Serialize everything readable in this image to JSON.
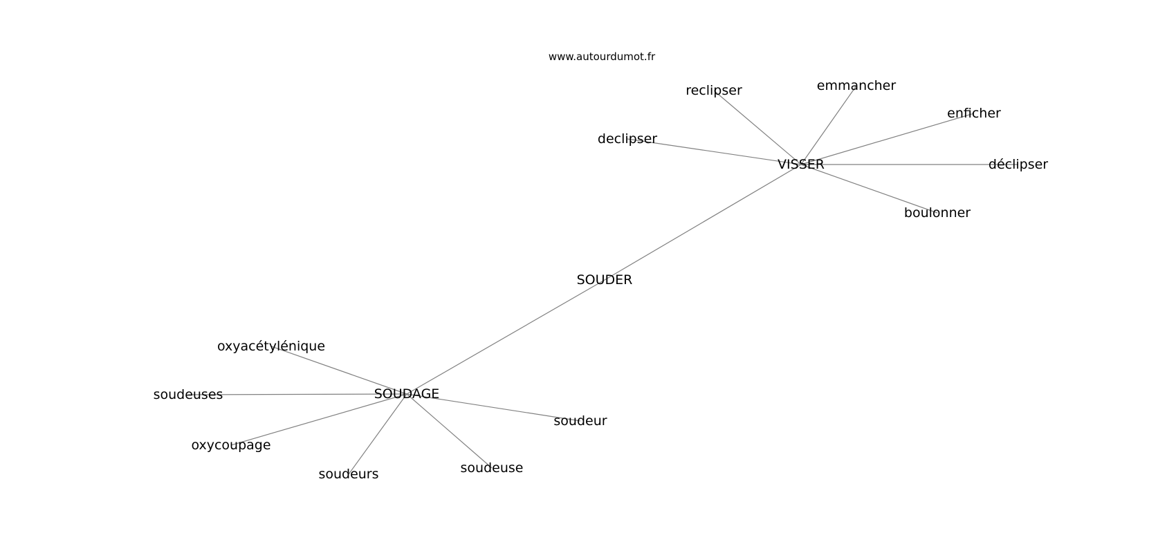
{
  "site": "www.autourdumot.fr",
  "nodes": {
    "souder": "SOUDER",
    "visser": "VISSER",
    "soudage": "SOUDAGE",
    "reclipser": "reclipser",
    "emmancher": "emmancher",
    "enficher": "enficher",
    "declipser": "declipser",
    "declipser_accent": "déclipser",
    "boulonner": "boulonner",
    "oxyacetylenique": "oxyacétylénique",
    "soudeuses": "soudeuses",
    "oxycoupage": "oxycoupage",
    "soudeurs": "soudeurs",
    "soudeuse": "soudeuse",
    "soudeur": "soudeur"
  },
  "edges": [
    [
      "souder",
      "visser"
    ],
    [
      "souder",
      "soudage"
    ],
    [
      "visser",
      "reclipser"
    ],
    [
      "visser",
      "emmancher"
    ],
    [
      "visser",
      "enficher"
    ],
    [
      "visser",
      "declipser"
    ],
    [
      "visser",
      "declipser_accent"
    ],
    [
      "visser",
      "boulonner"
    ],
    [
      "soudage",
      "oxyacetylenique"
    ],
    [
      "soudage",
      "soudeuses"
    ],
    [
      "soudage",
      "oxycoupage"
    ],
    [
      "soudage",
      "soudeurs"
    ],
    [
      "soudage",
      "soudeuse"
    ],
    [
      "soudage",
      "soudeur"
    ]
  ],
  "colors": {
    "edge": "#808080",
    "text": "#000000",
    "background": "#ffffff"
  }
}
